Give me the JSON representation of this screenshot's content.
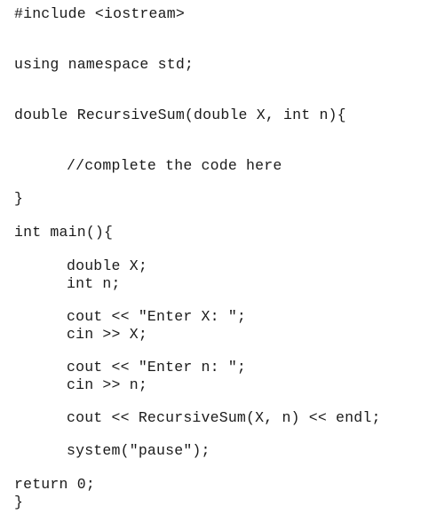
{
  "code": {
    "lines": [
      "#include <iostream>",
      "using namespace std;",
      "double RecursiveSum(double X, int n){",
      "//complete the code here",
      "}",
      "int main(){",
      "double X;",
      "int n;",
      "cout << \"Enter X: \";",
      "cin >> X;",
      "cout << \"Enter n: \";",
      "cin >> n;",
      "cout << RecursiveSum(X, n) << endl;",
      "system(\"pause\");",
      "return 0;",
      "}"
    ]
  }
}
